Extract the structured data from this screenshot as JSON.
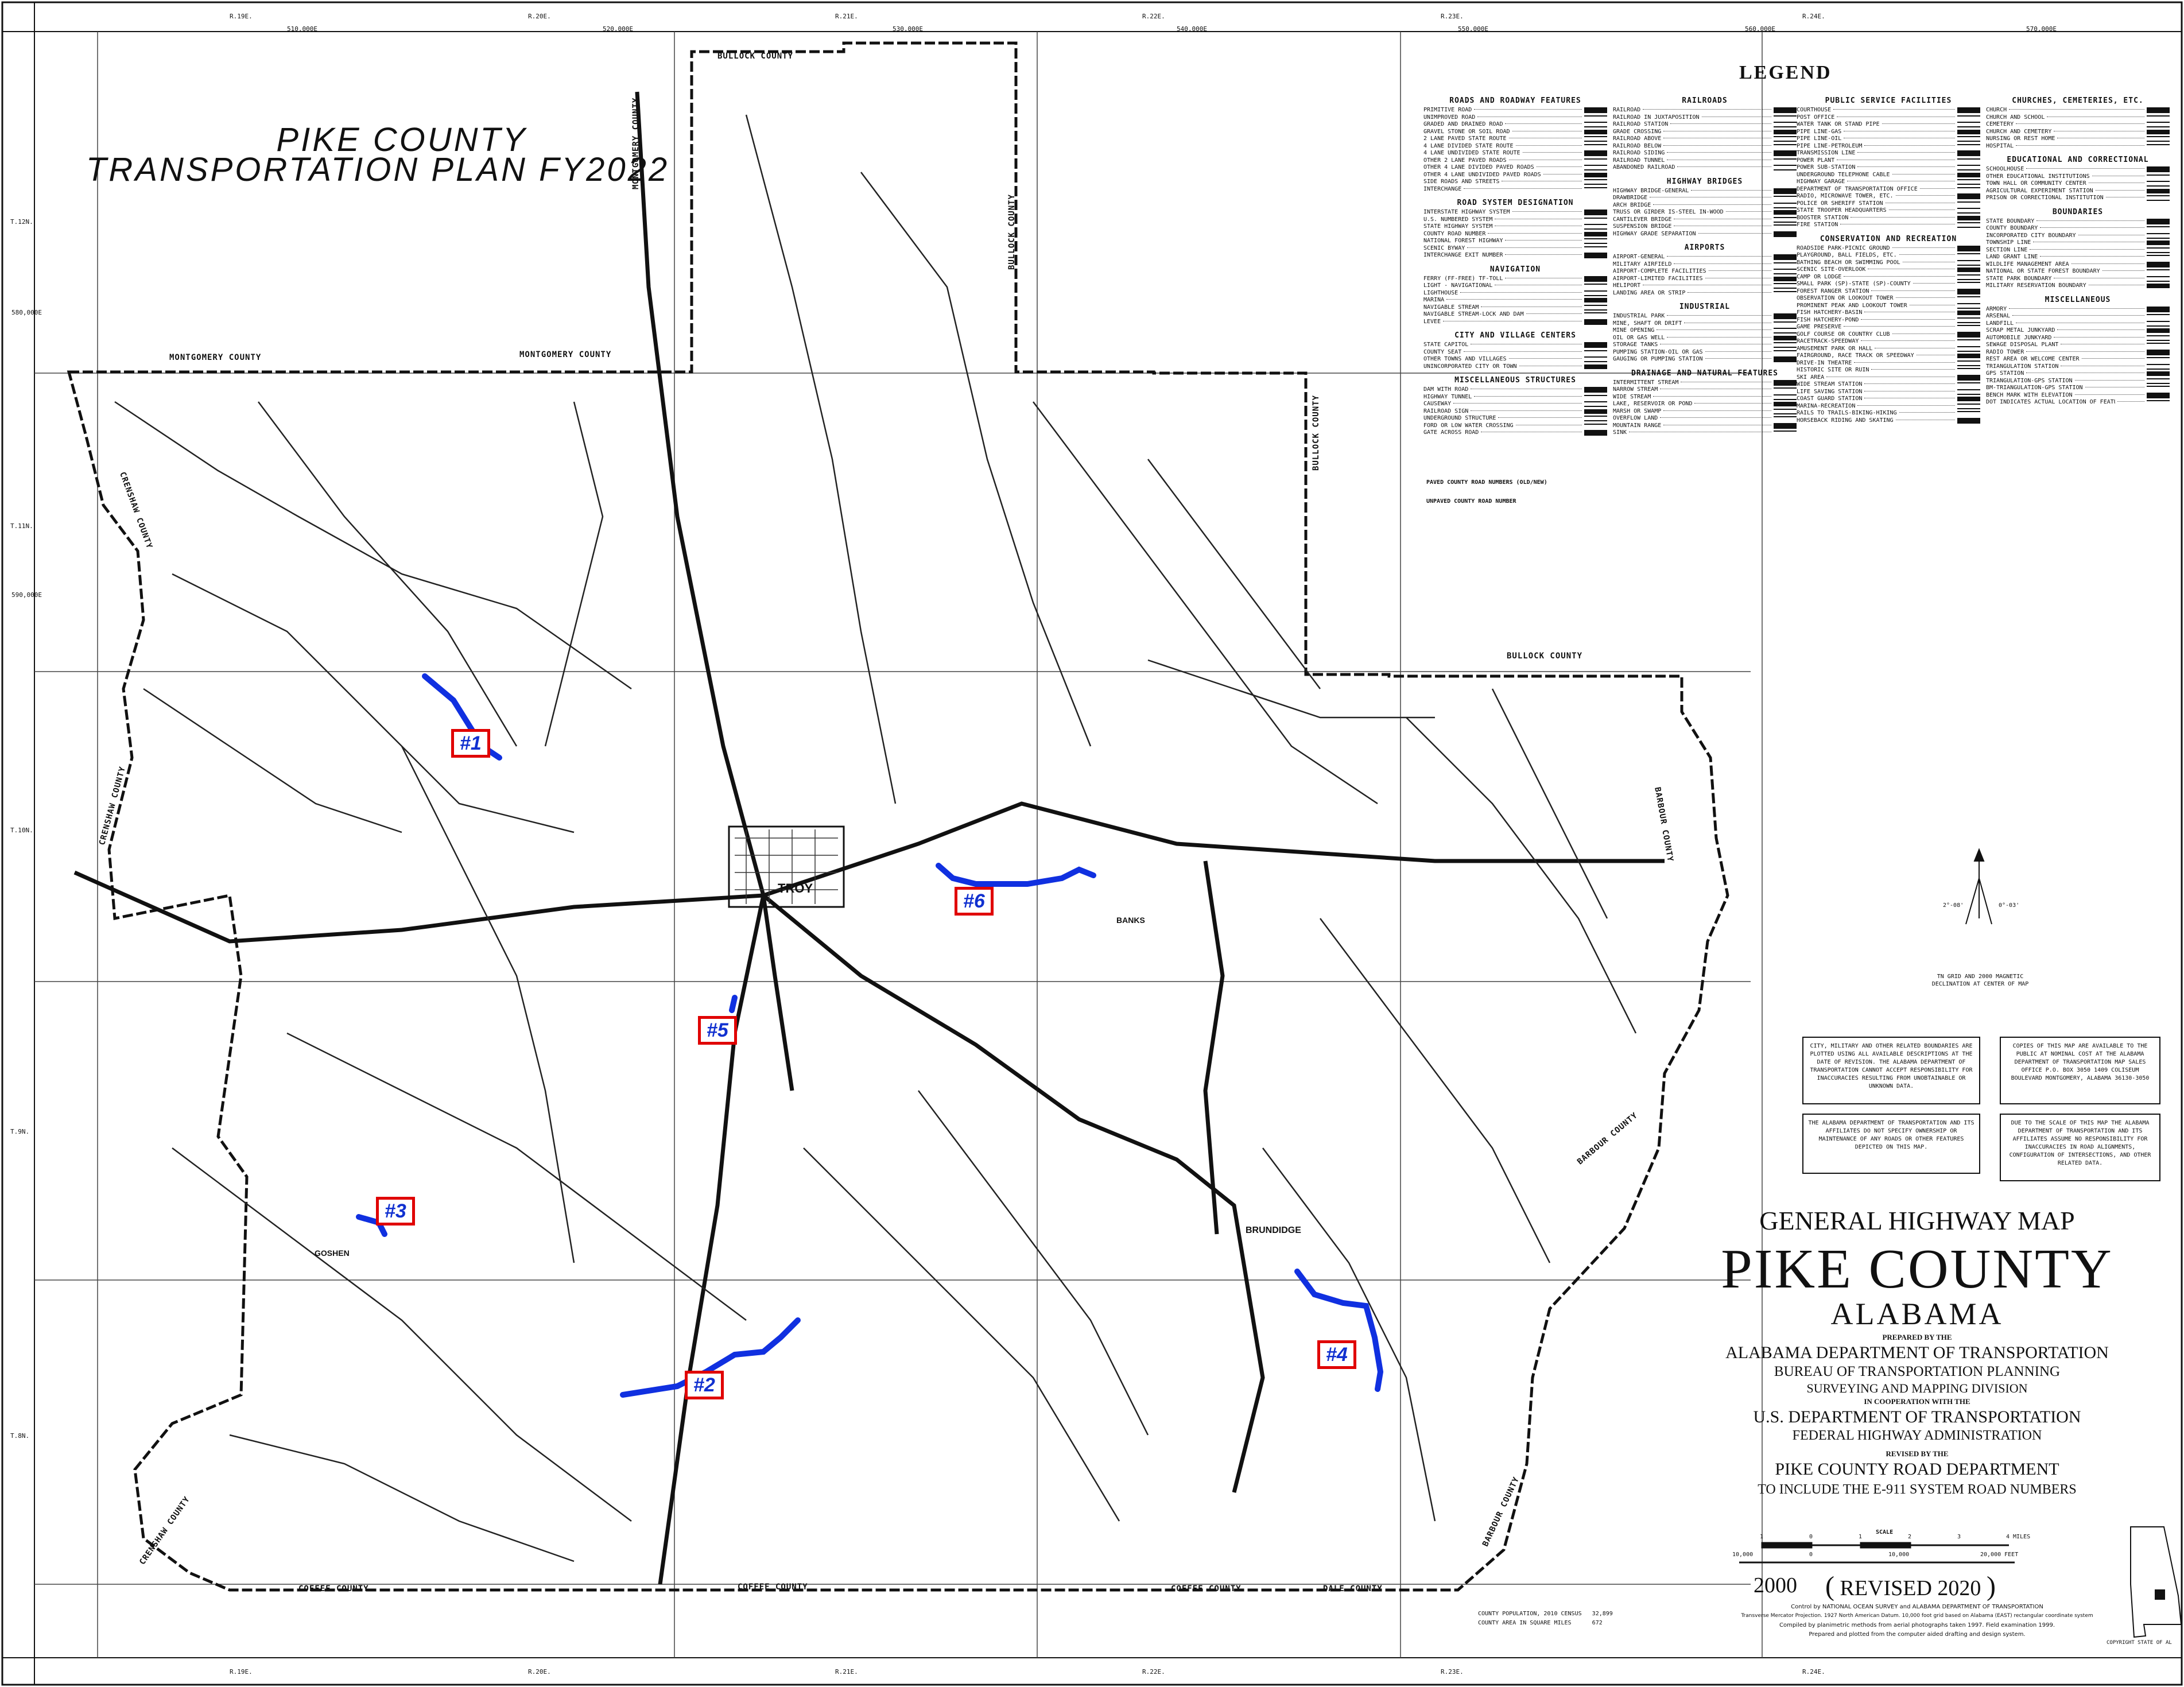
{
  "title": {
    "line1": "PIKE COUNTY",
    "line2": "TRANSPORTATION PLAN FY2022"
  },
  "grid": {
    "top": [
      "R.19E.",
      "R.20E.",
      "R.21E.",
      "R.22E.",
      "R.23E.",
      "R.24E."
    ],
    "bottom": [
      "R.19E.",
      "R.20E.",
      "R.21E.",
      "R.22E.",
      "R.23E.",
      "R.24E."
    ],
    "left": [
      "T.12N.",
      "T.11N.",
      "T.10N.",
      "T.9N.",
      "T.8N."
    ],
    "coords": [
      "510,000E",
      "520,000E",
      "530,000E",
      "540,000E",
      "550,000E",
      "560,000E",
      "570,000E",
      "580,000E",
      "590,000E"
    ]
  },
  "counties": {
    "bullock_top": "BULLOCK COUNTY",
    "montgomery_left": "MONTGOMERY COUNTY",
    "montgomery_mid": "MONTGOMERY COUNTY",
    "montgomery_vert": "MONTGOMERY COUNTY",
    "bullock_vert1": "BULLOCK COUNTY",
    "bullock_vert2": "BULLOCK COUNTY",
    "bullock_right": "BULLOCK COUNTY",
    "crenshaw_top": "CRENSHAW COUNTY",
    "crenshaw_mid": "CRENSHAW COUNTY",
    "crenshaw_bot": "CRENSHAW COUNTY",
    "barbour_1": "BARBOUR COUNTY",
    "barbour_2": "BARBOUR COUNTY",
    "barbour_3": "BARBOUR COUNTY",
    "coffee_1": "COFFEE COUNTY",
    "coffee_2": "COFFEE COUNTY",
    "coffee_3": "COFFEE COUNTY",
    "dale": "DALE COUNTY"
  },
  "places": {
    "troy": "TROY",
    "brundidge": "BRUNDIDGE",
    "goshen": "GOSHEN",
    "banks": "BANKS"
  },
  "projects": [
    {
      "label": "#1"
    },
    {
      "label": "#2"
    },
    {
      "label": "#3"
    },
    {
      "label": "#4"
    },
    {
      "label": "#5"
    },
    {
      "label": "#6"
    }
  ],
  "legend": {
    "title": "LEGEND",
    "columns": [
      {
        "sections": [
          {
            "head": "ROADS AND ROADWAY FEATURES",
            "items": [
              "PRIMITIVE ROAD",
              "UNIMPROVED ROAD",
              "GRADED AND DRAINED ROAD",
              "GRAVEL STONE OR SOIL ROAD",
              "2 LANE PAVED STATE ROUTE",
              "4 LANE DIVIDED STATE ROUTE",
              "4 LANE UNDIVIDED STATE ROUTE",
              "OTHER 2 LANE PAVED ROADS",
              "OTHER 4 LANE DIVIDED PAVED ROADS",
              "OTHER 4 LANE UNDIVIDED PAVED ROADS",
              "SIDE ROADS AND STREETS",
              "INTERCHANGE"
            ]
          },
          {
            "head": "ROAD SYSTEM DESIGNATION",
            "items": [
              "INTERSTATE HIGHWAY SYSTEM",
              "U.S. NUMBERED SYSTEM",
              "STATE HIGHWAY SYSTEM",
              "COUNTY ROAD NUMBER",
              "NATIONAL FOREST HIGHWAY",
              "SCENIC BYWAY",
              "INTERCHANGE EXIT NUMBER"
            ]
          },
          {
            "head": "NAVIGATION",
            "items": [
              "FERRY (FF-FREE) TF-TOLL",
              "LIGHT - NAVIGATIONAL",
              "LIGHTHOUSE",
              "MARINA",
              "NAVIGABLE STREAM",
              "NAVIGABLE STREAM-LOCK AND DAM",
              "LEVEE"
            ]
          },
          {
            "head": "CITY AND VILLAGE CENTERS",
            "items": [
              "STATE CAPITOL",
              "COUNTY SEAT",
              "OTHER TOWNS AND VILLAGES",
              "UNINCORPORATED CITY OR TOWN"
            ]
          },
          {
            "head": "MISCELLANEOUS STRUCTURES",
            "items": [
              "DAM WITH ROAD",
              "HIGHWAY TUNNEL",
              "CAUSEWAY",
              "RAILROAD SIGN",
              "UNDERGROUND STRUCTURE",
              "FORD OR LOW WATER CROSSING",
              "GATE ACROSS ROAD"
            ]
          }
        ]
      },
      {
        "sections": [
          {
            "head": "RAILROADS",
            "items": [
              "RAILROAD",
              "RAILROAD IN JUXTAPOSITION",
              "RAILROAD STATION",
              "GRADE CROSSING",
              "RAILROAD ABOVE",
              "RAILROAD BELOW",
              "RAILROAD SIDING",
              "RAILROAD TUNNEL",
              "ABANDONED RAILROAD"
            ]
          },
          {
            "head": "HIGHWAY BRIDGES",
            "items": [
              "HIGHWAY BRIDGE-GENERAL",
              "DRAWBRIDGE",
              "ARCH BRIDGE",
              "TRUSS OR GIRDER IS-STEEL IN-WOOD",
              "CANTILEVER BRIDGE",
              "SUSPENSION BRIDGE",
              "HIGHWAY GRADE SEPARATION"
            ]
          },
          {
            "head": "AIRPORTS",
            "items": [
              "AIRPORT-GENERAL",
              "MILITARY AIRFIELD",
              "AIRPORT-COMPLETE FACILITIES",
              "AIRPORT-LIMITED FACILITIES",
              "HELIPORT",
              "LANDING AREA OR STRIP"
            ]
          },
          {
            "head": "INDUSTRIAL",
            "items": [
              "INDUSTRIAL PARK",
              "MINE, SHAFT OR DRIFT",
              "MINE OPENING",
              "OIL OR GAS WELL",
              "STORAGE TANKS",
              "PUMPING STATION-OIL OR GAS",
              "GAUGING OR PUMPING STATION"
            ]
          },
          {
            "head": "DRAINAGE AND NATURAL FEATURES",
            "items": [
              "INTERMITTENT STREAM",
              "NARROW STREAM",
              "WIDE STREAM",
              "LAKE, RESERVOIR OR POND",
              "MARSH OR SWAMP",
              "OVERFLOW LAND",
              "MOUNTAIN RANGE",
              "SINK"
            ]
          }
        ]
      },
      {
        "sections": [
          {
            "head": "PUBLIC SERVICE FACILITIES",
            "items": [
              "COURTHOUSE",
              "POST OFFICE",
              "WATER TANK OR STAND PIPE",
              "PIPE LINE-GAS",
              "PIPE LINE-OIL",
              "PIPE LINE-PETROLEUM",
              "TRANSMISSION LINE",
              "POWER PLANT",
              "POWER SUB-STATION",
              "UNDERGROUND TELEPHONE CABLE",
              "HIGHWAY GARAGE",
              "DEPARTMENT OF TRANSPORTATION OFFICE",
              "RADIO, MICROWAVE TOWER, ETC.",
              "POLICE OR SHERIFF STATION",
              "STATE TROOPER HEADQUARTERS",
              "BOOSTER STATION",
              "FIRE STATION"
            ]
          },
          {
            "head": "CONSERVATION AND RECREATION",
            "items": [
              "ROADSIDE PARK-PICNIC GROUND",
              "PLAYGROUND, BALL FIELDS, ETC.",
              "BATHING BEACH OR SWIMMING POOL",
              "SCENIC SITE-OVERLOOK",
              "CAMP OR LODGE",
              "SMALL PARK (SP)-STATE (SP)-COUNTY",
              "FOREST RANGER STATION",
              "OBSERVATION OR LOOKOUT TOWER",
              "PROMINENT PEAK AND LOOKOUT TOWER",
              "FISH HATCHERY-BASIN",
              "FISH HATCHERY-POND",
              "GAME PRESERVE",
              "GOLF COURSE OR COUNTRY CLUB",
              "RACETRACK-SPEEDWAY",
              "AMUSEMENT PARK OR HALL",
              "FAIRGROUND, RACE TRACK OR SPEEDWAY",
              "DRIVE-IN THEATRE",
              "HISTORIC SITE OR RUIN",
              "SKI AREA",
              "WIDE STREAM STATION",
              "LIFE SAVING STATION",
              "COAST GUARD STATION",
              "MARINA-RECREATION",
              "RAILS TO TRAILS-BIKING-HIKING",
              "HORSEBACK RIDING AND SKATING"
            ]
          }
        ]
      },
      {
        "sections": [
          {
            "head": "CHURCHES, CEMETERIES, ETC.",
            "items": [
              "CHURCH",
              "CHURCH AND SCHOOL",
              "CEMETERY",
              "CHURCH AND CEMETERY",
              "NURSING OR REST HOME",
              "HOSPITAL"
            ]
          },
          {
            "head": "EDUCATIONAL AND CORRECTIONAL",
            "items": [
              "SCHOOLHOUSE",
              "OTHER EDUCATIONAL INSTITUTIONS",
              "TOWN HALL OR COMMUNITY CENTER",
              "AGRICULTURAL EXPERIMENT STATION",
              "PRISON OR CORRECTIONAL INSTITUTION"
            ]
          },
          {
            "head": "BOUNDARIES",
            "items": [
              "STATE BOUNDARY",
              "COUNTY BOUNDARY",
              "INCORPORATED CITY BOUNDARY",
              "TOWNSHIP LINE",
              "SECTION LINE",
              "LAND GRANT LINE",
              "WILDLIFE MANAGEMENT AREA",
              "NATIONAL OR STATE FOREST BOUNDARY",
              "STATE PARK BOUNDARY",
              "MILITARY RESERVATION BOUNDARY"
            ]
          },
          {
            "head": "MISCELLANEOUS",
            "items": [
              "ARMORY",
              "ARSENAL",
              "LANDFILL",
              "SCRAP METAL JUNKYARD",
              "AUTOMOBILE JUNKYARD",
              "SEWAGE DISPOSAL PLANT",
              "RADIO TOWER",
              "REST AREA OR WELCOME CENTER",
              "TRIANGULATION STATION",
              "GPS STATION",
              "TRIANGULATION-GPS STATION",
              "BM-TRIANGULATION-GPS STATION",
              "BENCH MARK WITH ELEVATION",
              "DOT INDICATES ACTUAL LOCATION OF FEATURE WHERE SCALE IS NOT AVAILABLE"
            ]
          }
        ]
      }
    ],
    "paved_county": "PAVED COUNTY ROAD NUMBERS (OLD/NEW)",
    "unpaved_county": "UNPAVED COUNTY ROAD NUMBER"
  },
  "north_arrow": {
    "caption": "TN GRID AND 2000 MAGNETIC DECLINATION AT CENTER OF MAP",
    "left_angle": "2°-08'",
    "right_angle": "0°-03'"
  },
  "info_boxes": [
    "CITY, MILITARY AND OTHER RELATED BOUNDARIES ARE PLOTTED USING ALL AVAILABLE DESCRIPTIONS AT THE DATE OF REVISION. THE ALABAMA DEPARTMENT OF TRANSPORTATION CANNOT ACCEPT RESPONSIBILITY FOR INACCURACIES RESULTING FROM UNOBTAINABLE OR UNKNOWN DATA.",
    "COPIES OF THIS MAP ARE AVAILABLE TO THE PUBLIC AT NOMINAL COST AT THE ALABAMA DEPARTMENT OF TRANSPORTATION MAP SALES OFFICE P.O. BOX 3050 1409 COLISEUM BOULEVARD MONTGOMERY, ALABAMA 36130-3050",
    "THE ALABAMA DEPARTMENT OF TRANSPORTATION AND ITS AFFILIATES DO NOT SPECIFY OWNERSHIP OR MAINTENANCE OF ANY ROADS OR OTHER FEATURES DEPICTED ON THIS MAP.",
    "DUE TO THE SCALE OF THIS MAP THE ALABAMA DEPARTMENT OF TRANSPORTATION AND ITS AFFILIATES ASSUME NO RESPONSIBILITY FOR INACCURACIES IN ROAD ALIGNMENTS, CONFIGURATION OF INTERSECTIONS, AND OTHER RELATED DATA."
  ],
  "title_block": {
    "general": "GENERAL HIGHWAY MAP",
    "county": "PIKE COUNTY",
    "state": "ALABAMA",
    "prepared": "PREPARED BY THE",
    "aldot": "ALABAMA DEPARTMENT OF TRANSPORTATION",
    "bureau": "BUREAU OF TRANSPORTATION PLANNING",
    "division": "SURVEYING AND MAPPING DIVISION",
    "coop": "IN COOPERATION WITH THE",
    "usdot": "U.S. DEPARTMENT OF TRANSPORTATION",
    "fhwa": "FEDERAL HIGHWAY ADMINISTRATION",
    "revised_by": "REVISED BY THE",
    "pike_rd": "PIKE COUNTY ROAD DEPARTMENT",
    "e911": "TO INCLUDE THE E-911 SYSTEM ROAD NUMBERS",
    "scale_label": "SCALE",
    "scale_miles": [
      "1",
      "0",
      "1",
      "2",
      "3",
      "4 MILES"
    ],
    "scale_feet": [
      "10,000",
      "0",
      "10,000",
      "20,000 FEET"
    ],
    "year": "2000",
    "revised": "REVISED 2020",
    "fine1": "Control by NATIONAL OCEAN SURVEY and ALABAMA DEPARTMENT OF TRANSPORTATION",
    "fine2": "Transverse Mercator Projection. 1927 North American Datum. 10,000 foot grid based on Alabama (EAST) rectangular coordinate system",
    "fine3": "Compiled by planimetric methods from aerial photographs taken 1997. Field examination 1999.",
    "fine4": "Prepared and plotted from the computer aided drafting and design system."
  },
  "census": {
    "line1": "COUNTY POPULATION, 2010 CENSUS   32,899",
    "line2": "COUNTY AREA IN SQUARE MILES      672"
  },
  "copyright": "COPYRIGHT STATE OF AL",
  "colors": {
    "route": "#1030e0",
    "badge_border": "#e00000",
    "ink": "#111111"
  }
}
